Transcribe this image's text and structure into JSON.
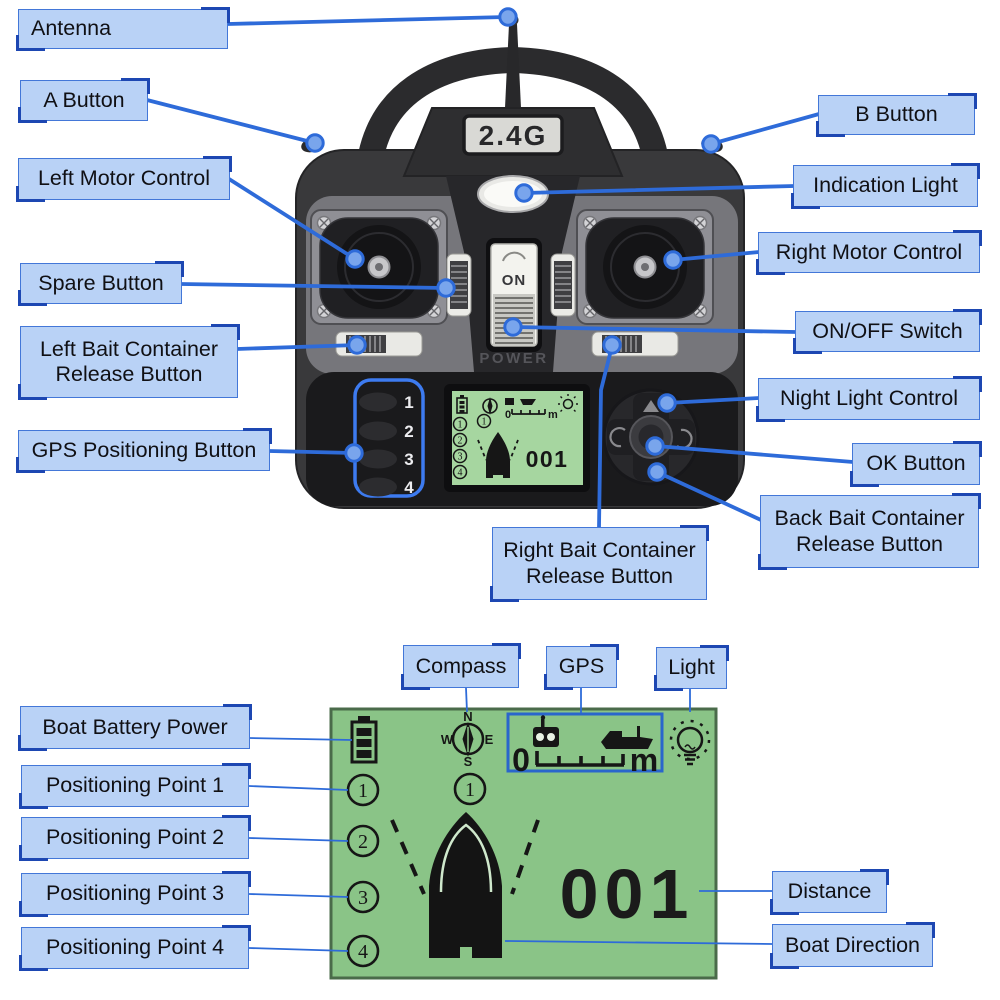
{
  "colors": {
    "label_bg": "#b9d2f6",
    "label_border": "#4377d8",
    "label_bracket": "#1d47b2",
    "connector": "#2e6bd9",
    "dot_fill": "#79a5ec",
    "screen_bg": "#8ac487",
    "screen_border": "#4a6b4a",
    "gps_box_border": "#2a66cc",
    "mini_screen_bg": "#a6d6a0",
    "group_outline": "#3d7bf0",
    "ink": "#161616"
  },
  "controller_callouts": {
    "antenna": "Antenna",
    "a_button": "A Button",
    "left_motor_control": "Left Motor Control",
    "spare_button": "Spare Button",
    "left_bait_release": "Left Bait Container Release Button",
    "gps_positioning_button": "GPS Positioning Button",
    "b_button": "B Button",
    "indication_light": "Indication Light",
    "right_motor_control": "Right Motor Control",
    "on_off_switch": "ON/OFF Switch",
    "night_light_control": "Night Light Control",
    "ok_button": "OK Button",
    "back_bait_release": "Back Bait Container Release Button",
    "right_bait_release": "Right Bait Container Release Button"
  },
  "screen_callouts": {
    "compass": "Compass",
    "gps": "GPS",
    "light": "Light",
    "boat_battery_power": "Boat Battery Power",
    "positioning_points": [
      "Positioning Point 1",
      "Positioning Point 2",
      "Positioning Point 3",
      "Positioning Point 4"
    ],
    "distance": "Distance",
    "boat_direction": "Boat Direction"
  },
  "remote": {
    "frequency_label": "2.4G",
    "on_label": "ON",
    "power_label": "POWER",
    "memory_buttons": [
      "1",
      "2",
      "3",
      "4"
    ]
  },
  "screen": {
    "compass": {
      "n": "N",
      "e": "E",
      "s": "S",
      "w": "W"
    },
    "scale_zero": "0",
    "scale_unit": "m",
    "point_digits": [
      "1",
      "2",
      "3",
      "4"
    ],
    "boat_point_digit": "1",
    "distance_value": "001"
  }
}
